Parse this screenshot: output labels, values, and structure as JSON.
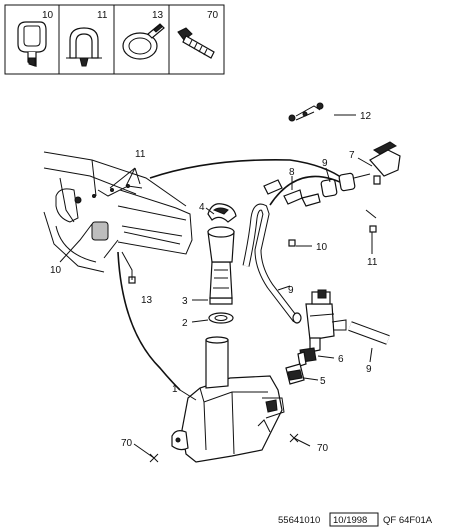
{
  "header_parts": [
    {
      "ref": "10",
      "icon": "clip-icon"
    },
    {
      "ref": "11",
      "icon": "saddle-clip-icon"
    },
    {
      "ref": "13",
      "icon": "hose-clamp-icon"
    },
    {
      "ref": "70",
      "icon": "bolt-icon"
    }
  ],
  "callouts": {
    "c1": "1",
    "c2": "2",
    "c3": "3",
    "c4": "4",
    "c5": "5",
    "c6": "6",
    "c7": "7",
    "c8": "8",
    "c9a": "9",
    "c9b": "9",
    "c9c": "9",
    "c10a": "10",
    "c10b": "10",
    "c11a": "11",
    "c11b": "11",
    "c12": "12",
    "c13": "13",
    "c70a": "70",
    "c70b": "70"
  },
  "footer": {
    "ref": "55641010",
    "date": "10/1998",
    "code": "QF 64F01A"
  }
}
